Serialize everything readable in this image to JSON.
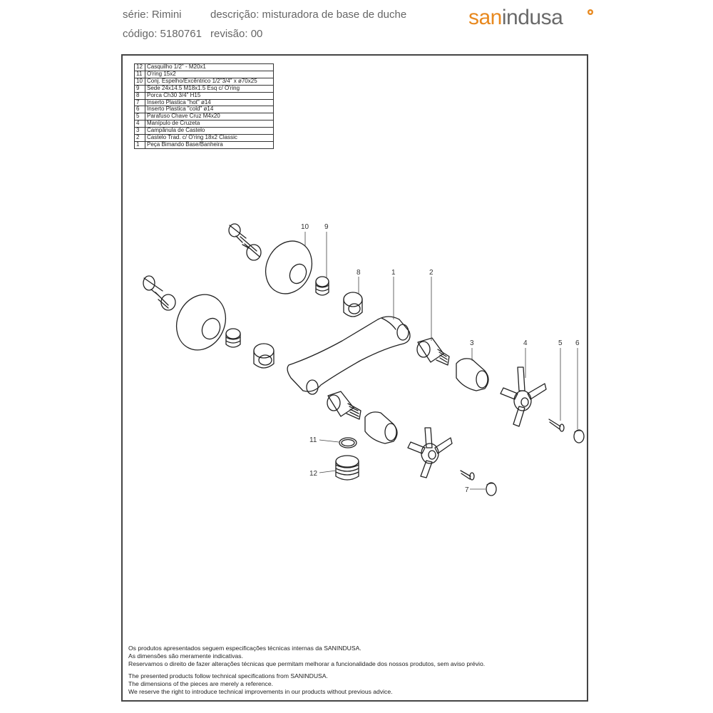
{
  "header": {
    "serie": "série: Rimini",
    "descricao": "descrição: misturadora de base de duche",
    "codigo": "código: 5180761",
    "revisao": "revisão: 00",
    "logo_part1": "san",
    "logo_part2": "indusa",
    "brand_orange": "#e8891f",
    "brand_gray": "#6a6a6a"
  },
  "parts_list": [
    {
      "n": "12",
      "desc": "Casquilho 1/2\" - M20x1"
    },
    {
      "n": "11",
      "desc": "O'ring 15x2"
    },
    {
      "n": "10",
      "desc": "Conj. Espelho/Excêntrico 1/2\"3/4\" x ø70x25"
    },
    {
      "n": "9",
      "desc": "Sede 24x14.5 M18x1.5 Esq c/ O'ring"
    },
    {
      "n": "8",
      "desc": "Porca Ch30 3/4\" H15"
    },
    {
      "n": "7",
      "desc": "Inserto Plastica \"hot\" ø14"
    },
    {
      "n": "6",
      "desc": "Inserto Plastica \"cold\" ø14"
    },
    {
      "n": "5",
      "desc": "Parafuso Chave Cruz M4x20"
    },
    {
      "n": "4",
      "desc": "Manípulo de Cruzeta"
    },
    {
      "n": "3",
      "desc": "Campânula de Castelo"
    },
    {
      "n": "2",
      "desc": "Castelo Trad. c/ O'ring 18x2 Classic"
    },
    {
      "n": "1",
      "desc": "Peça Bimando Base/Banheira"
    }
  ],
  "callouts": {
    "c10": "10",
    "c9": "9",
    "c8": "8",
    "c1": "1",
    "c2": "2",
    "c3": "3",
    "c4": "4",
    "c5": "5",
    "c6": "6",
    "c11": "11",
    "c12": "12",
    "c7": "7"
  },
  "notes": {
    "pt1": "Os produtos apresentados seguem especificações técnicas internas da SANINDUSA.",
    "pt2": "As dimensões são meramente indicativas.",
    "pt3": "Reservamos o direito de fazer alterações técnicas que permitam melhorar a funcionalidade dos nossos produtos, sem aviso prévio.",
    "en1": "The presented products follow technical specifications from SANINDUSA.",
    "en2": "The dimensions of the pieces are merely a reference.",
    "en3": "We reserve the right to introduce technical improvements in our products without previous advice."
  }
}
